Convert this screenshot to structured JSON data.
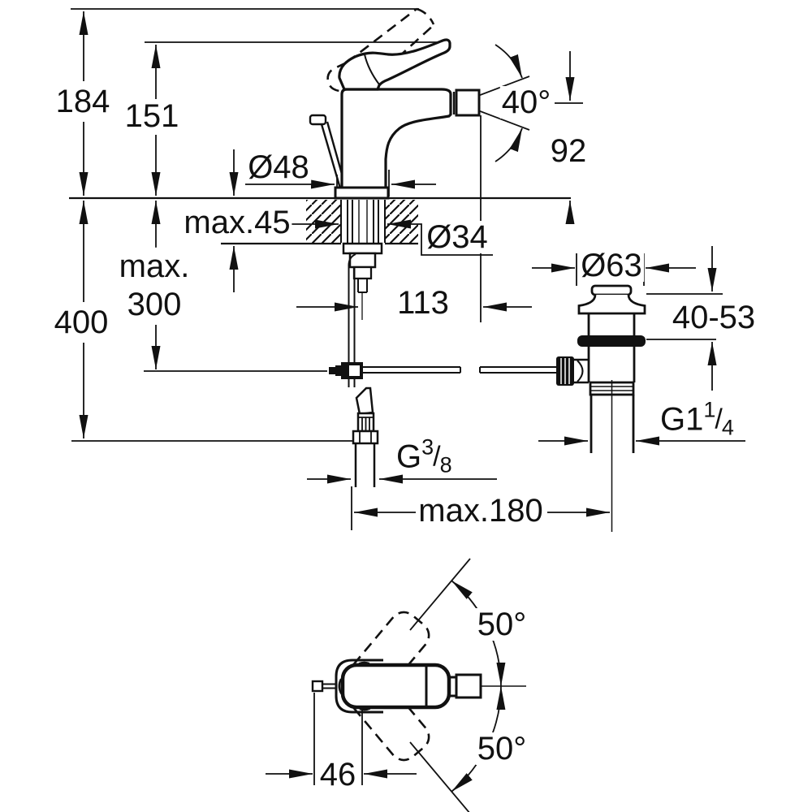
{
  "style": {
    "ink": "#111111",
    "background": "#ffffff"
  },
  "front_view": {
    "total_height": "184",
    "lever_height": "151",
    "base_diameter": "Ø48",
    "deck_thickness": "max.45",
    "hole_diameter": "Ø34",
    "spout_reach": "113",
    "spout_height": "92",
    "spout_angle": "40°",
    "rod_drop_line1": "max.",
    "rod_drop_line2": "300",
    "hose_drop": "400",
    "supply_thread": {
      "base": "G",
      "numerator": "3",
      "slash": "/",
      "denominator": "8"
    },
    "rod_reach": "max.180"
  },
  "waste_valve": {
    "flange_diameter": "Ø63",
    "height_range": "40-53",
    "thread": {
      "base": "G1",
      "numerator": "1",
      "slash": "/",
      "denominator": "4"
    }
  },
  "top_view": {
    "swivel_angle_up": "50°",
    "swivel_angle_down": "50°",
    "rod_offset": "46"
  }
}
